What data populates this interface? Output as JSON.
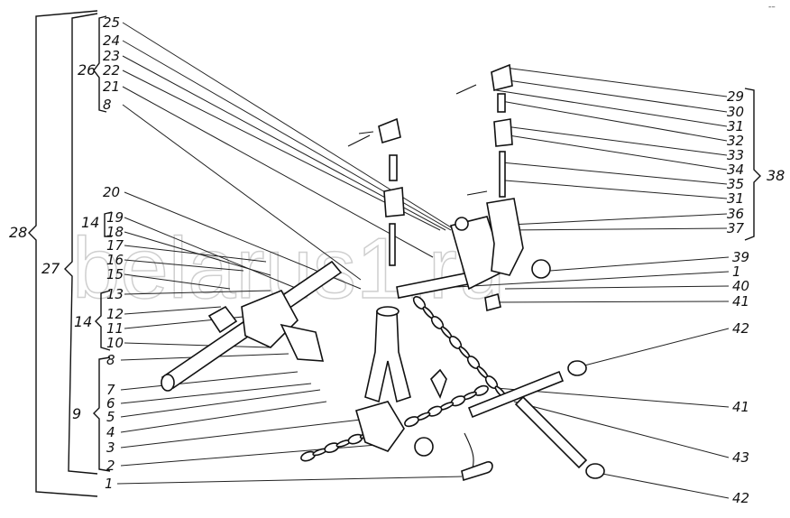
{
  "watermark": "belarus1.ru",
  "corner_mark": "-–",
  "labels": {
    "left_top": [
      "25",
      "24",
      "23",
      "22",
      "21",
      "8"
    ],
    "left_20": "20",
    "left_mid": [
      "19",
      "18",
      "17",
      "16",
      "15"
    ],
    "left_low": [
      "13",
      "12",
      "11",
      "10"
    ],
    "left_bottom": [
      "8",
      "7",
      "6",
      "5",
      "4",
      "3",
      "2"
    ],
    "left_1": "1",
    "right_top": [
      "29",
      "30",
      "31",
      "32",
      "33",
      "34",
      "35",
      "31",
      "36",
      "37"
    ],
    "right_mid": [
      "39",
      "1",
      "40",
      "41"
    ],
    "right_low": [
      "42",
      "41",
      "43",
      "42"
    ]
  },
  "groups": {
    "g26": "26",
    "g14a": "14",
    "g14b": "14",
    "g9": "9",
    "g27": "27",
    "g28": "28",
    "g38": "38"
  }
}
